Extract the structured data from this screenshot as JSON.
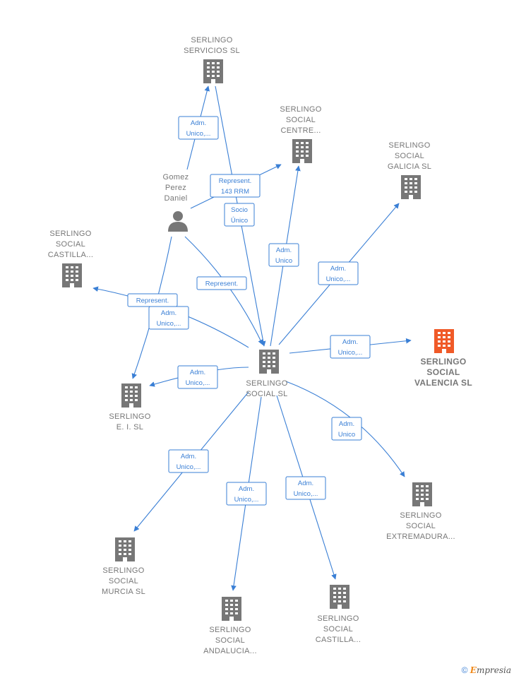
{
  "colors": {
    "building": "#777777",
    "highlight": "#f05a28",
    "edge": "#3a7fd5"
  },
  "nodes": {
    "center": {
      "lines": [
        "SERLINGO",
        "SOCIAL  SL"
      ],
      "icon": "building-icon"
    },
    "servicios": {
      "lines": [
        "SERLINGO",
        "SERVICIOS SL"
      ],
      "icon": "building-icon"
    },
    "centre": {
      "lines": [
        "SERLINGO",
        "SOCIAL",
        "CENTRE..."
      ],
      "icon": "building-icon"
    },
    "galicia": {
      "lines": [
        "SERLINGO",
        "SOCIAL",
        "GALICIA  SL"
      ],
      "icon": "building-icon"
    },
    "valencia": {
      "lines": [
        "SERLINGO",
        "SOCIAL",
        "VALENCIA  SL"
      ],
      "icon": "building-icon"
    },
    "extremadura": {
      "lines": [
        "SERLINGO",
        "SOCIAL",
        "EXTREMADURA..."
      ],
      "icon": "building-icon"
    },
    "castilla_bottom": {
      "lines": [
        "SERLINGO",
        "SOCIAL",
        "CASTILLA..."
      ],
      "icon": "building-icon"
    },
    "andalucia": {
      "lines": [
        "SERLINGO",
        "SOCIAL",
        "ANDALUCIA..."
      ],
      "icon": "building-icon"
    },
    "murcia": {
      "lines": [
        "SERLINGO",
        "SOCIAL",
        "MURCIA  SL"
      ],
      "icon": "building-icon"
    },
    "ei": {
      "lines": [
        "SERLINGO",
        "E. I.  SL"
      ],
      "icon": "building-icon"
    },
    "castilla_left": {
      "lines": [
        "SERLINGO",
        "SOCIAL",
        "CASTILLA..."
      ],
      "icon": "building-icon"
    },
    "person": {
      "lines": [
        "Gomez",
        "Perez",
        "Daniel"
      ],
      "icon": "person-icon"
    }
  },
  "edges": {
    "person_servicios": [
      "Adm.",
      "Unico,..."
    ],
    "person_centre": [
      "Represent.",
      "143 RRM"
    ],
    "servicios_center": [
      "Socio",
      "Único"
    ],
    "center_centre": [
      "Adm.",
      "Unico"
    ],
    "center_galicia": [
      "Adm.",
      "Unico,..."
    ],
    "person_center": [
      "Represent."
    ],
    "person_castilla": [
      "Represent."
    ],
    "center_castilla_left": [
      "Adm.",
      "Unico,..."
    ],
    "center_valencia": [
      "Adm.",
      "Unico,..."
    ],
    "center_ei": [
      "Adm.",
      "Unico,..."
    ],
    "center_extremadura": [
      "Adm.",
      "Unico"
    ],
    "center_murcia": [
      "Adm.",
      "Unico,..."
    ],
    "center_andalucia": [
      "Adm.",
      "Unico,..."
    ],
    "center_castilla_bottom": [
      "Adm.",
      "Unico,..."
    ]
  },
  "footer": {
    "copyright": "©",
    "brand_e": "E",
    "brand_rest": "mpresia"
  }
}
